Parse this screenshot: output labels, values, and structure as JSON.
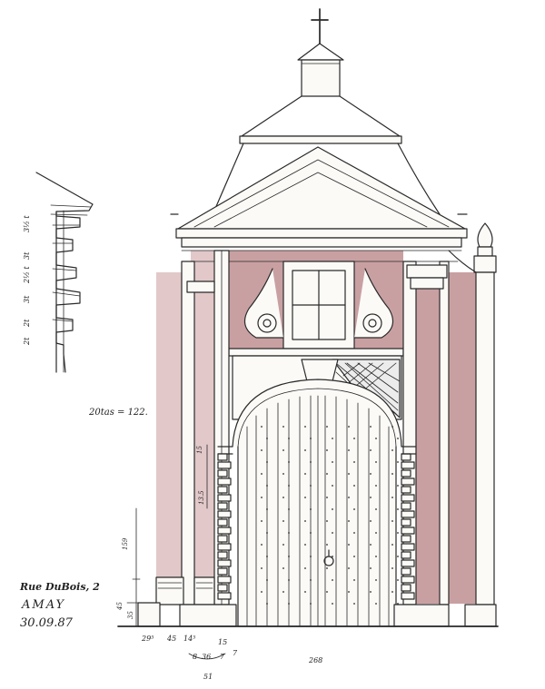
{
  "sheet": {
    "caption": {
      "street": "Rue DuBois, 2",
      "town": "AMAY",
      "date": "30.09.87"
    },
    "height_note": "20tas = 122."
  },
  "profile_dims": [
    "3½ t",
    "3t",
    "2½ t",
    "3t",
    "2t",
    "2t"
  ],
  "vertical_dims": [
    "15",
    "13.5",
    "159",
    "45",
    "35"
  ],
  "bottom_dims": {
    "row1": [
      "29⁵",
      "45",
      "14⁵",
      "15"
    ],
    "row2": [
      "8",
      "36",
      "7",
      "7"
    ],
    "sum": "51",
    "width": "268"
  },
  "colors": {
    "brick": "#c9a0a2",
    "wash": "#e2c8c9",
    "ink": "#2a2a2a"
  }
}
